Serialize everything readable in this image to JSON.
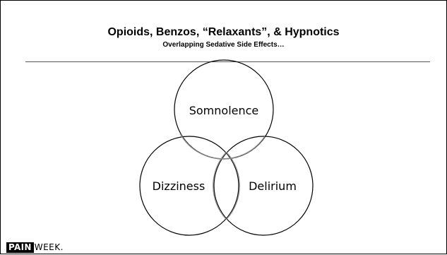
{
  "slide": {
    "title": "Opioids, Benzos, “Relaxants”, & Hypnotics",
    "subtitle": "Overlapping Sedative Side Effects…"
  },
  "venn": {
    "sets": [
      "Somnolence",
      "Dizziness",
      "Delirium"
    ],
    "circle_stroke": "#000000",
    "overlap_stroke": "#888888"
  },
  "logo": {
    "part1": "PAIN",
    "part2": "WEEK.",
    "colors": {
      "box": "#000000",
      "text": "#ffffff"
    }
  }
}
